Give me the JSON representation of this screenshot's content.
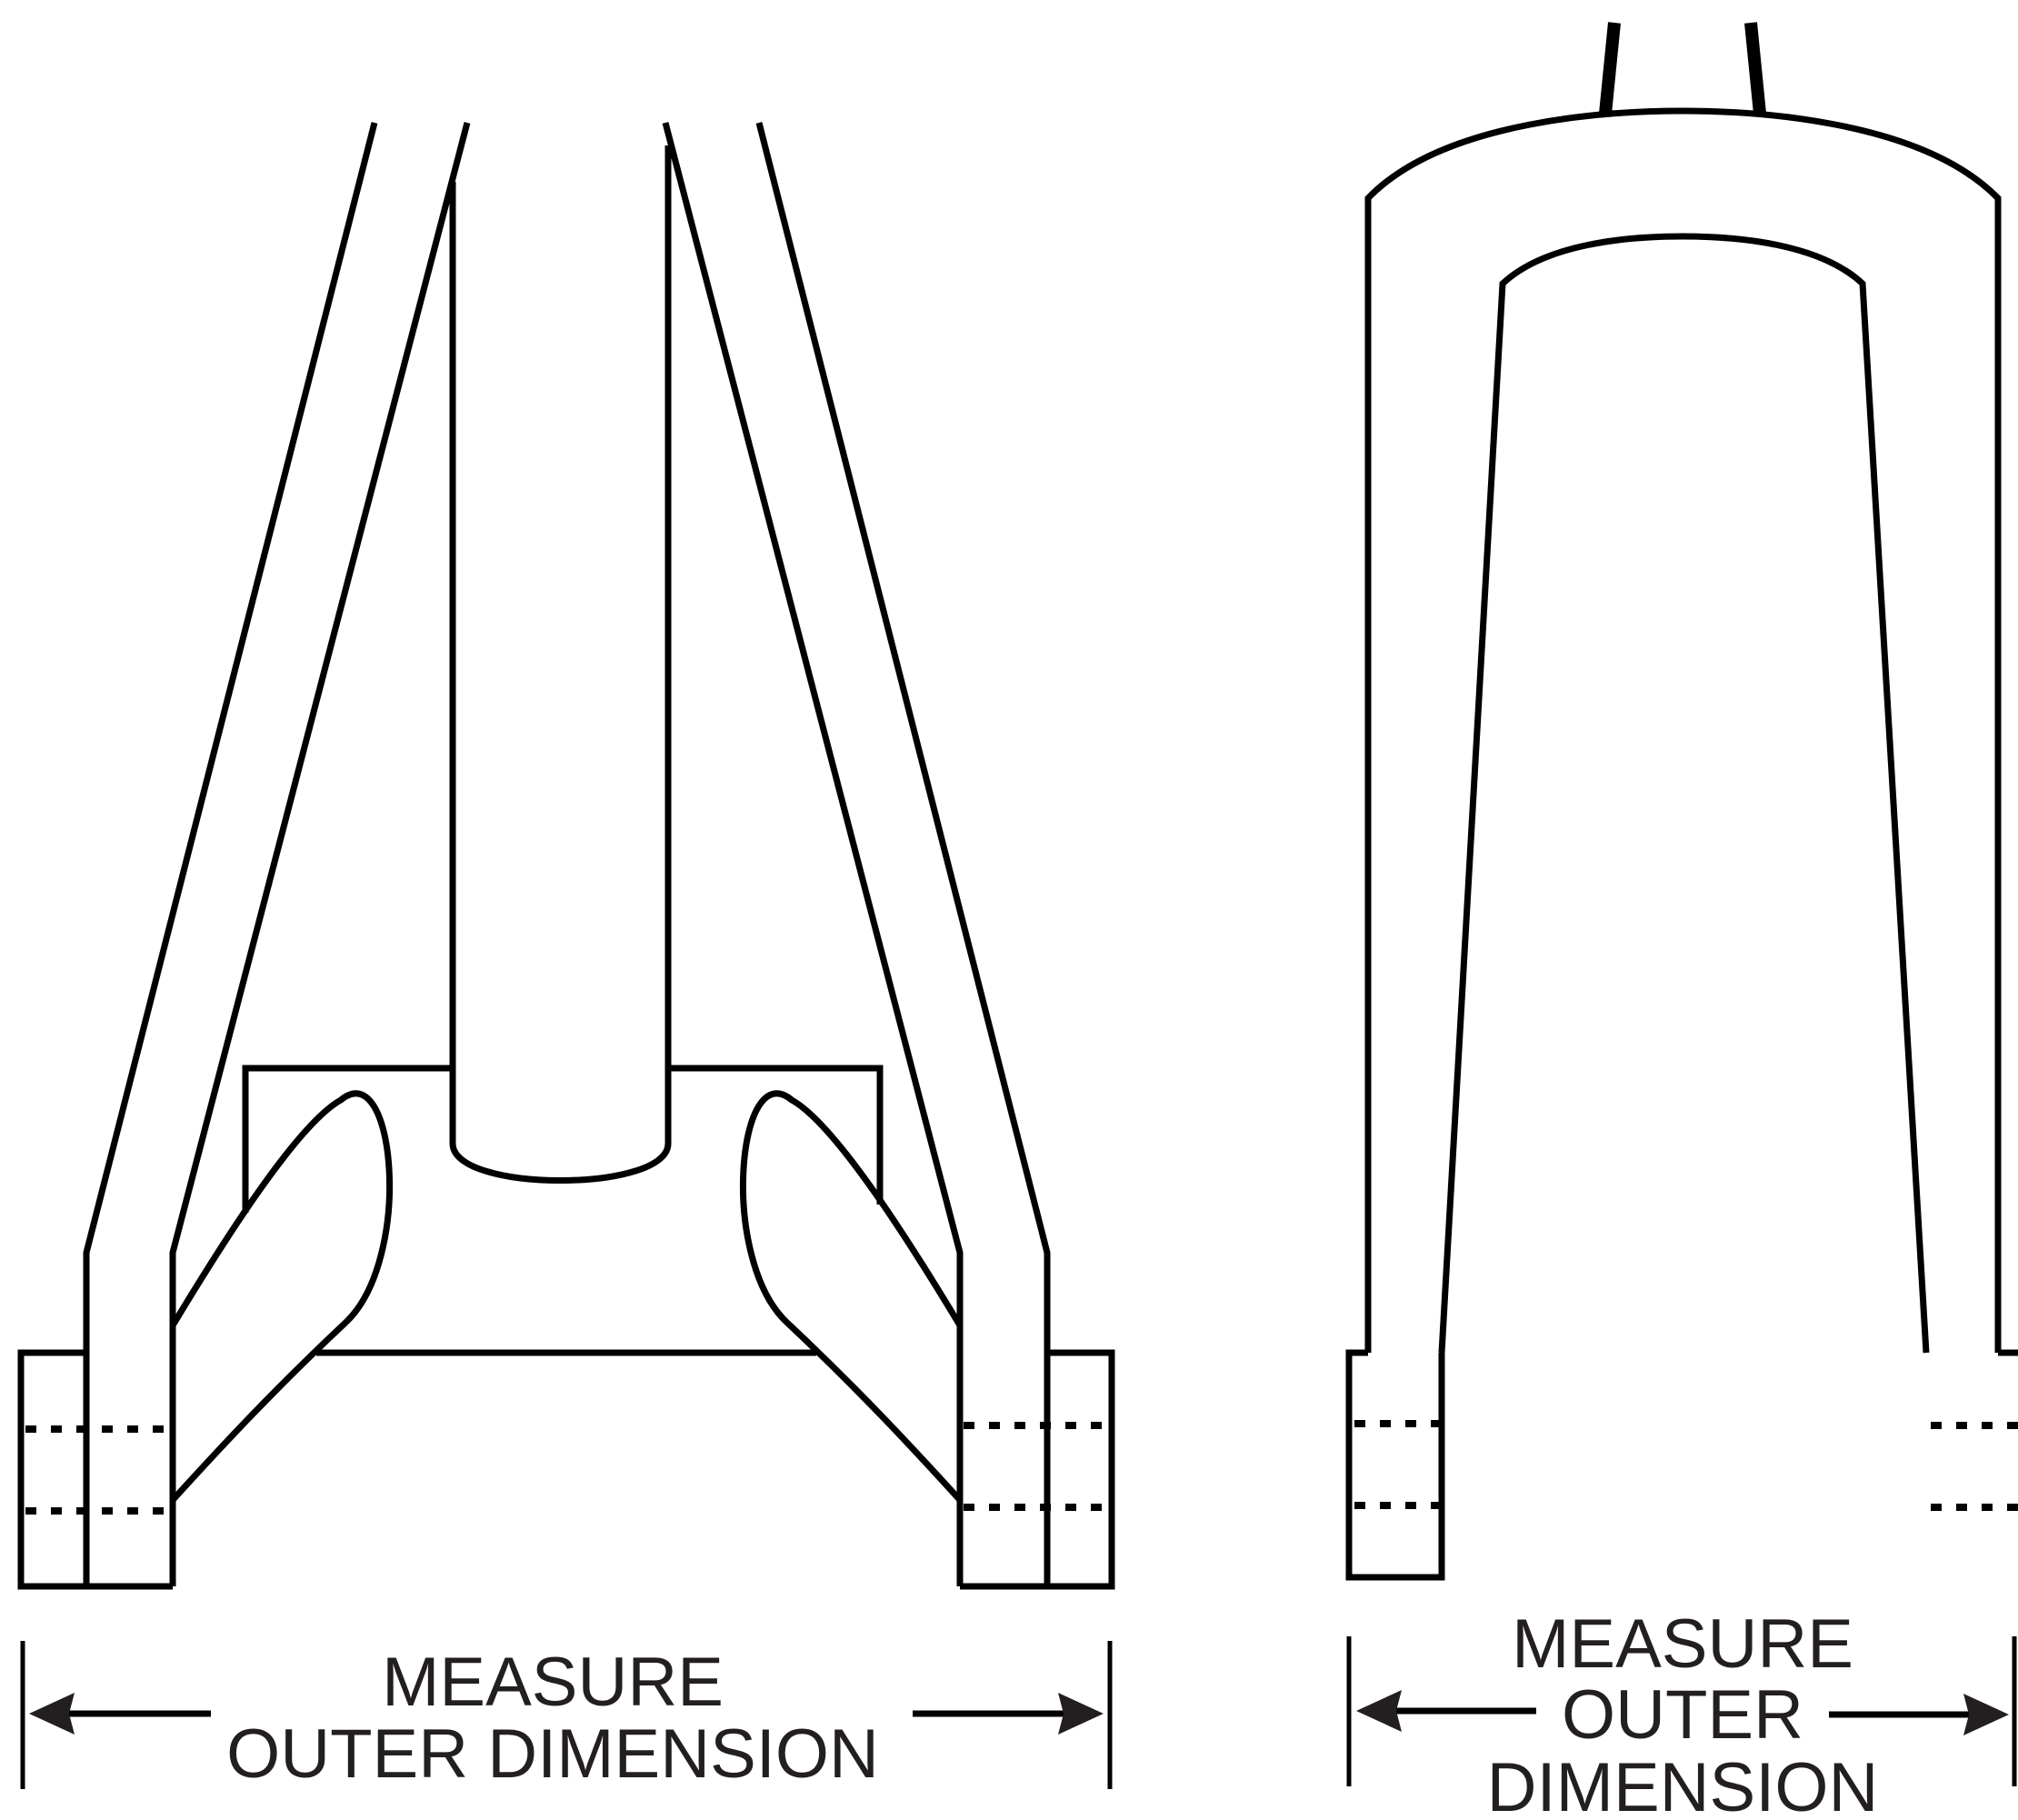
{
  "left_figure": {
    "label_line1": "MEASURE",
    "label_line2": "OUTER DIMENSION"
  },
  "right_figure": {
    "label_line1": "MEASURE",
    "label_line2": "OUTER",
    "label_line3": "DIMENSION"
  },
  "colors": {
    "line": "#000000",
    "text": "#231f20",
    "background": "#ffffff"
  }
}
